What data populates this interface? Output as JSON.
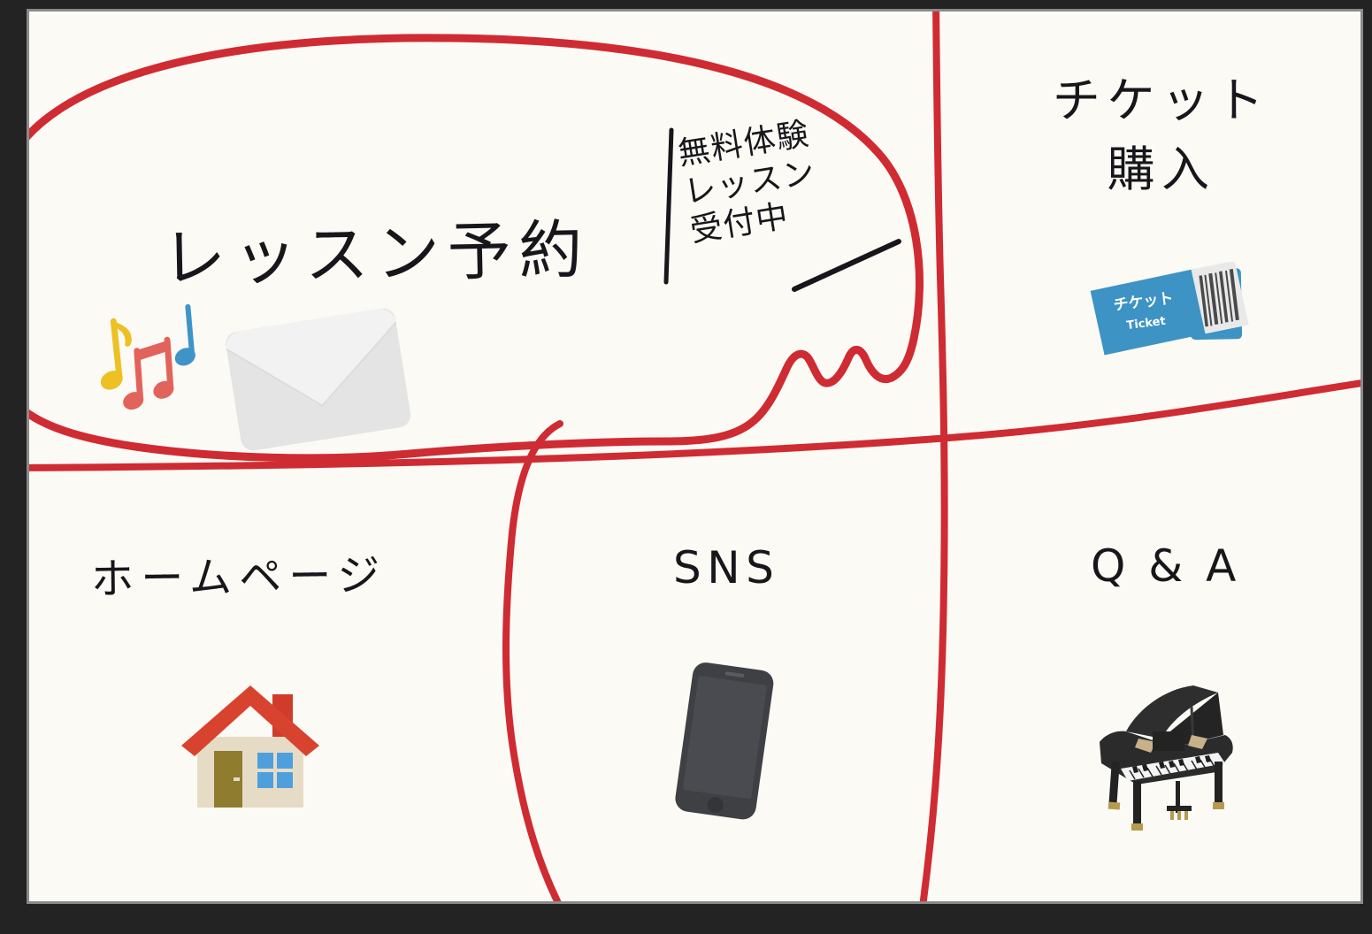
{
  "board": {
    "background_color": "#fbfaf5",
    "frame_color": "#232323",
    "inner_border_color": "#8a8a8a",
    "ink_color": "#cf2b33",
    "text_color": "#17161a"
  },
  "sections": {
    "lesson_reservation": {
      "title": "レッスン予約",
      "note": "無料体験\nレッスン\n受付中",
      "icons": [
        "music-notes-icon",
        "envelope-icon"
      ]
    },
    "ticket_purchase": {
      "title": "チケット\n購入",
      "icons": [
        "ticket-icon"
      ],
      "ticket_label_jp": "チケット",
      "ticket_label_en": "Ticket",
      "ticket_color": "#3c93c4"
    },
    "homepage": {
      "label": "ホームページ",
      "icons": [
        "house-icon"
      ]
    },
    "sns": {
      "label": "SNS",
      "icons": [
        "smartphone-icon"
      ]
    },
    "qa": {
      "label": "Q & A",
      "icons": [
        "piano-icon"
      ]
    }
  },
  "annotations": {
    "vertical_tick_mark": "|",
    "diagonal_underline": "/",
    "circle_highlight": "red-ellipse-around-lesson-reservation"
  },
  "palette": {
    "music_note_yellow": "#edc024",
    "music_note_red": "#e2635b",
    "music_note_blue": "#3e94c9",
    "envelope_gray": "#e4e4e4",
    "house_roof_red": "#d8432f",
    "house_wall_cream": "#e6dcc6",
    "house_door_olive": "#8f7c2e",
    "house_window_blue": "#4ea0dd",
    "phone_dark": "#3f4044",
    "piano_black": "#2e2e2e"
  }
}
